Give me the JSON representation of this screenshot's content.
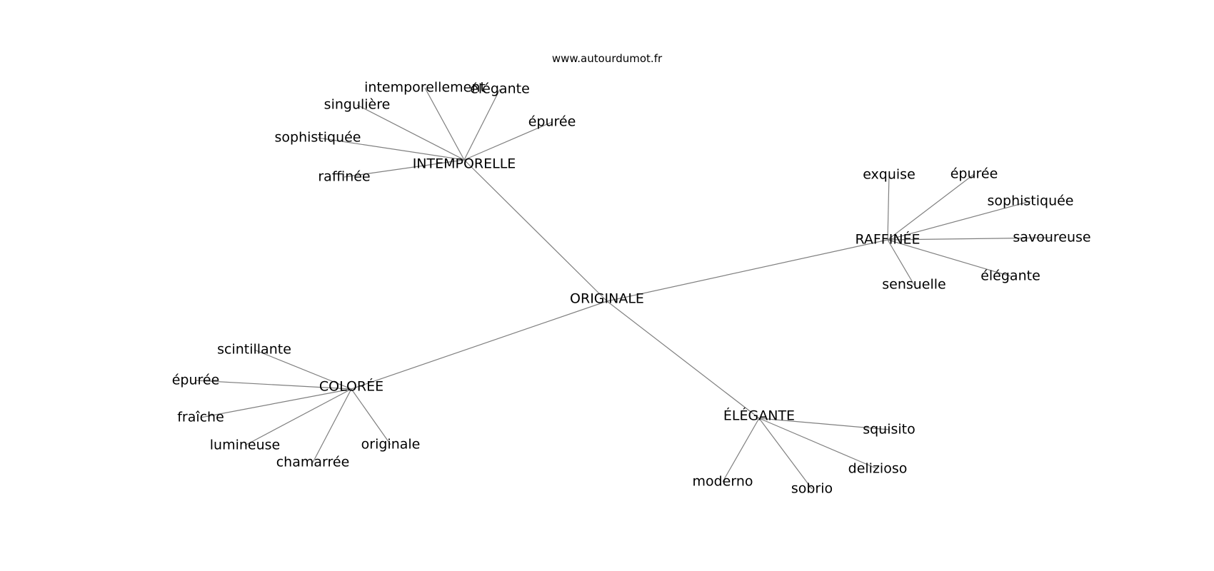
{
  "source": "www.autourdumot.fr",
  "graph": {
    "center": "ORIGINALE",
    "hubs": [
      {
        "label": "INTEMPORELLE",
        "words": [
          "intemporellement",
          "élégante",
          "singulière",
          "épurée",
          "sophistiquée",
          "raffinée"
        ]
      },
      {
        "label": "RAFFINÉE",
        "words": [
          "exquise",
          "épurée",
          "sophistiquée",
          "savoureuse",
          "élégante",
          "sensuelle"
        ]
      },
      {
        "label": "COLORÉE",
        "words": [
          "scintillante",
          "épurée",
          "fraîche",
          "lumineuse",
          "chamarrée",
          "originale"
        ]
      },
      {
        "label": "ÉLÉGANTE",
        "words": [
          "squisito",
          "delizioso",
          "sobrio",
          "moderno"
        ]
      }
    ]
  }
}
